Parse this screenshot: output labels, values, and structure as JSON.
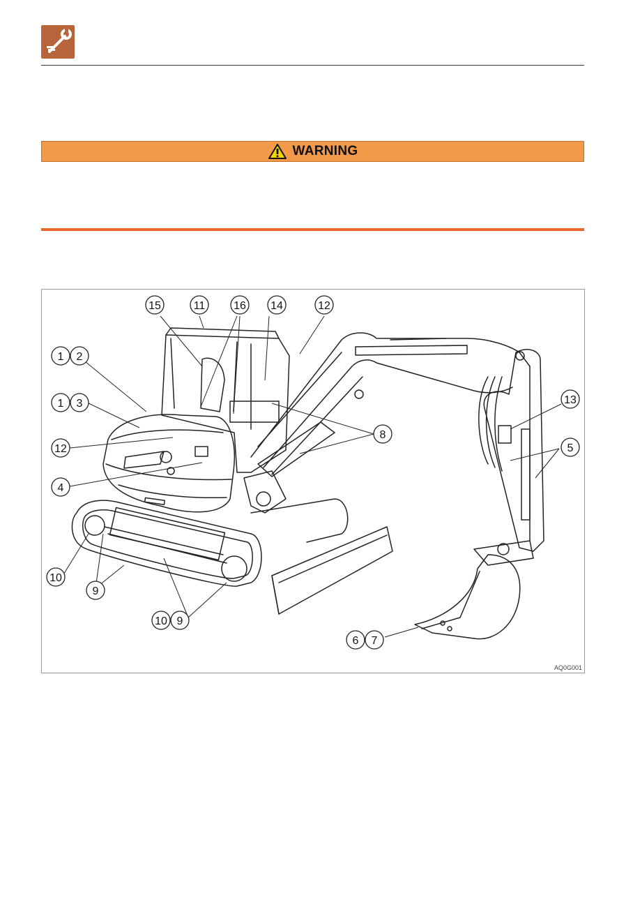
{
  "header": {
    "icon": "wrench-icon"
  },
  "warning": {
    "label": "WARNING",
    "icon": "warning-triangle-icon"
  },
  "figure": {
    "code": "AQ0G001",
    "callouts": [
      "15",
      "11",
      "16",
      "14",
      "12",
      "1",
      "2",
      "1",
      "3",
      "12",
      "4",
      "13",
      "8",
      "5",
      "10",
      "9",
      "10",
      "9",
      "6",
      "7"
    ]
  }
}
